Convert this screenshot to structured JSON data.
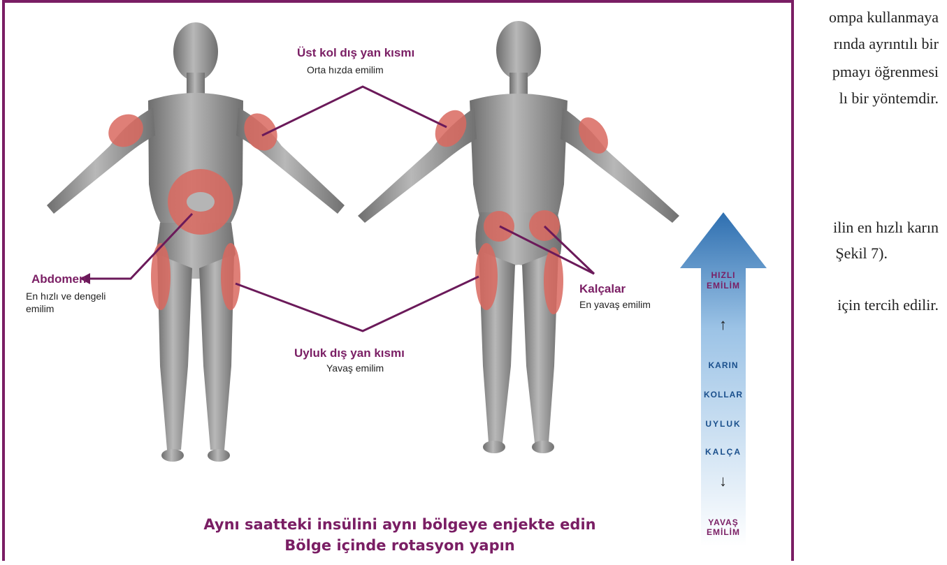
{
  "body_text": {
    "lines": [
      "ompa kullanmaya",
      "rında ayrıntılı bir",
      "pmayı öğrenmesi",
      "lı bir yöntemdir.",
      "ilin en hızlı karın",
      "Şekil 7).",
      "için tercih edilir."
    ]
  },
  "labels": {
    "upper_arm": {
      "title": "Üst kol dış yan kısmı",
      "subtitle": "Orta hızda emilim"
    },
    "abdomen": {
      "title": "Abdomen",
      "subtitle_1": "En hızlı ve dengeli",
      "subtitle_2": "emilim"
    },
    "buttocks": {
      "title": "Kalçalar",
      "subtitle": "En yavaş emilim"
    },
    "thigh": {
      "title": "Uyluk dış yan kısmı",
      "subtitle": "Yavaş emilim"
    }
  },
  "absorption_arrow": {
    "top_label_1": "HIZLI",
    "top_label_2": "EMİLİM",
    "up_symbol": "↑",
    "sites": [
      "KARIN",
      "KOLLAR",
      "UYLUK",
      "KALÇA"
    ],
    "down_symbol": "↓",
    "bottom_label_1": "YAVAŞ",
    "bottom_label_2": "EMİLİM"
  },
  "caption": {
    "line1": "Aynı saatteki insülini aynı bölgeye enjekte edin",
    "line2": "Bölge içinde rotasyon yapın"
  },
  "colors": {
    "accent": "#7a1e64",
    "injection_zone": "#d9695f",
    "arrow_top": "#2e6fb0",
    "arrow_bottom": "#ffffff",
    "site_text": "#1a4f8c"
  }
}
